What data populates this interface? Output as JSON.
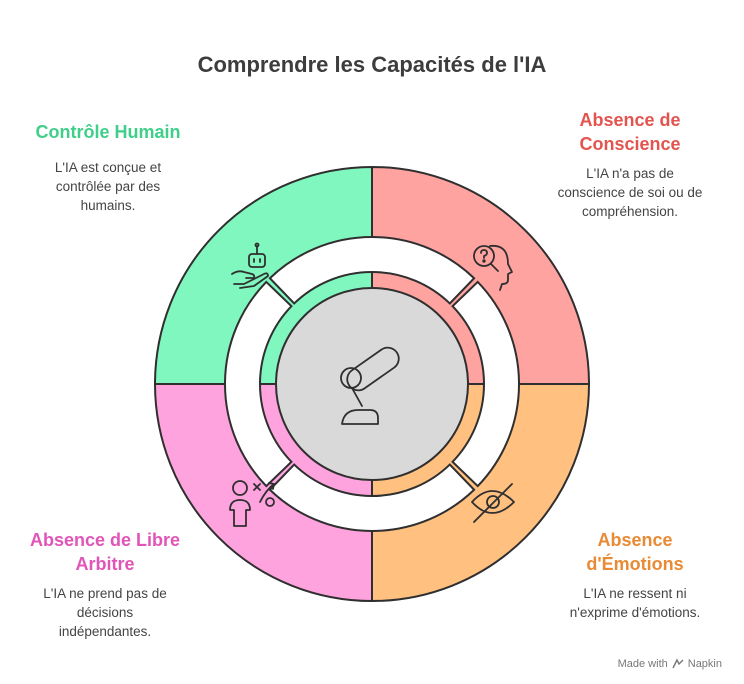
{
  "title": "Comprendre les Capacités de l'IA",
  "colors": {
    "green": "#80f7bf",
    "red": "#ffa3a0",
    "pink": "#ffa3de",
    "orange": "#ffc080",
    "center": "#d9d9d9",
    "stroke": "#2f2f2f",
    "green_text": "#3fcf8a",
    "red_text": "#e4544f",
    "pink_text": "#e055b7",
    "orange_text": "#e98a34"
  },
  "segments": [
    {
      "id": "top-left",
      "title_lines": [
        "Contrôle Humain"
      ],
      "desc_lines": [
        "L'IA est conçue et",
        "contrôlée par des",
        "humains."
      ],
      "icon": "hand-robot-icon"
    },
    {
      "id": "top-right",
      "title_lines": [
        "Absence de",
        "Conscience"
      ],
      "desc_lines": [
        "L'IA n'a pas de",
        "conscience de soi ou de",
        "compréhension."
      ],
      "icon": "head-question-icon"
    },
    {
      "id": "bottom-left",
      "title_lines": [
        "Absence de Libre",
        "Arbitre"
      ],
      "desc_lines": [
        "L'IA ne prend pas de",
        "décisions",
        "indépendantes."
      ],
      "icon": "person-strategy-icon"
    },
    {
      "id": "bottom-right",
      "title_lines": [
        "Absence",
        "d'Émotions"
      ],
      "desc_lines": [
        "L'IA ne ressent ni",
        "n'exprime d'émotions."
      ],
      "icon": "eye-slash-icon"
    }
  ],
  "center_icon": "robotic-arm-icon",
  "footer": {
    "made_with": "Made with",
    "brand": "Napkin"
  }
}
